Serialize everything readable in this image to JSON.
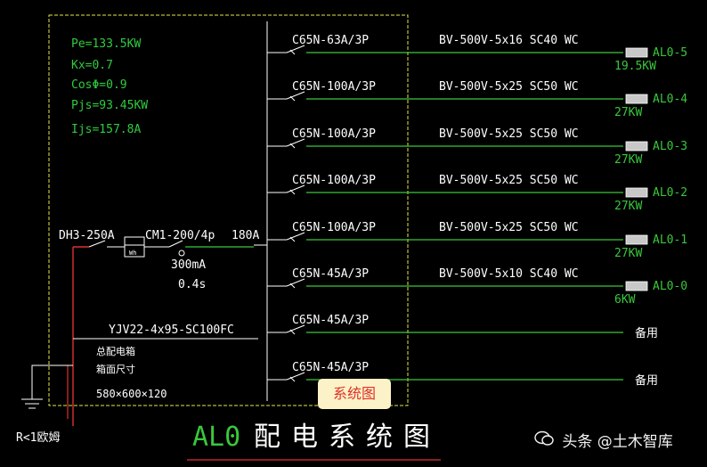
{
  "panel": {
    "params": [
      "Pe=133.5KW",
      "Kx=0.7",
      "CosΦ=0.9",
      "Pjs=93.45KW",
      "Ijs=157.8A"
    ],
    "main_breaker": "DH3-250A",
    "meter_label": "Wh",
    "rcd": "CM1-200/4p",
    "rcd_current": "300mA",
    "rcd_time": "0.4s",
    "rated": "180A",
    "incoming_cable": "YJV22-4x95-SC100FC",
    "box_line1": "总配电箱",
    "box_line2": "箱面尺寸",
    "box_size": "580×600×120",
    "ground": "R<1欧姆"
  },
  "circuits": [
    {
      "breaker": "C65N-63A/3P",
      "cable": "BV-500V-5x16  SC40 WC",
      "name": "AL0-5",
      "power": "19.5KW"
    },
    {
      "breaker": "C65N-100A/3P",
      "cable": "BV-500V-5x25  SC50 WC",
      "name": "AL0-4",
      "power": "27KW"
    },
    {
      "breaker": "C65N-100A/3P",
      "cable": "BV-500V-5x25  SC50 WC",
      "name": "AL0-3",
      "power": "27KW"
    },
    {
      "breaker": "C65N-100A/3P",
      "cable": "BV-500V-5x25  SC50 WC",
      "name": "AL0-2",
      "power": "27KW"
    },
    {
      "breaker": "C65N-100A/3P",
      "cable": "BV-500V-5x25  SC50 WC",
      "name": "AL0-1",
      "power": "27KW"
    },
    {
      "breaker": "C65N-45A/3P",
      "cable": "BV-500V-5x10  SC40 WC",
      "name": "AL0-0",
      "power": "6KW"
    },
    {
      "breaker": "C65N-45A/3P",
      "cable": "",
      "name": "备用",
      "power": ""
    },
    {
      "breaker": "C65N-45A/3P",
      "cable": "",
      "name": "备用",
      "power": ""
    }
  ],
  "title": {
    "code": "AL0",
    "text": "配电系统图"
  },
  "badge": "系统图",
  "watermark": "头条 @土木智库",
  "colors": {
    "line": "#ffffff",
    "text": "#ffffff",
    "green": "#39c83a",
    "params": "#2fcc3f",
    "frame": "#e6e64a",
    "red": "#e03030",
    "tag": "#c8c8c8"
  }
}
